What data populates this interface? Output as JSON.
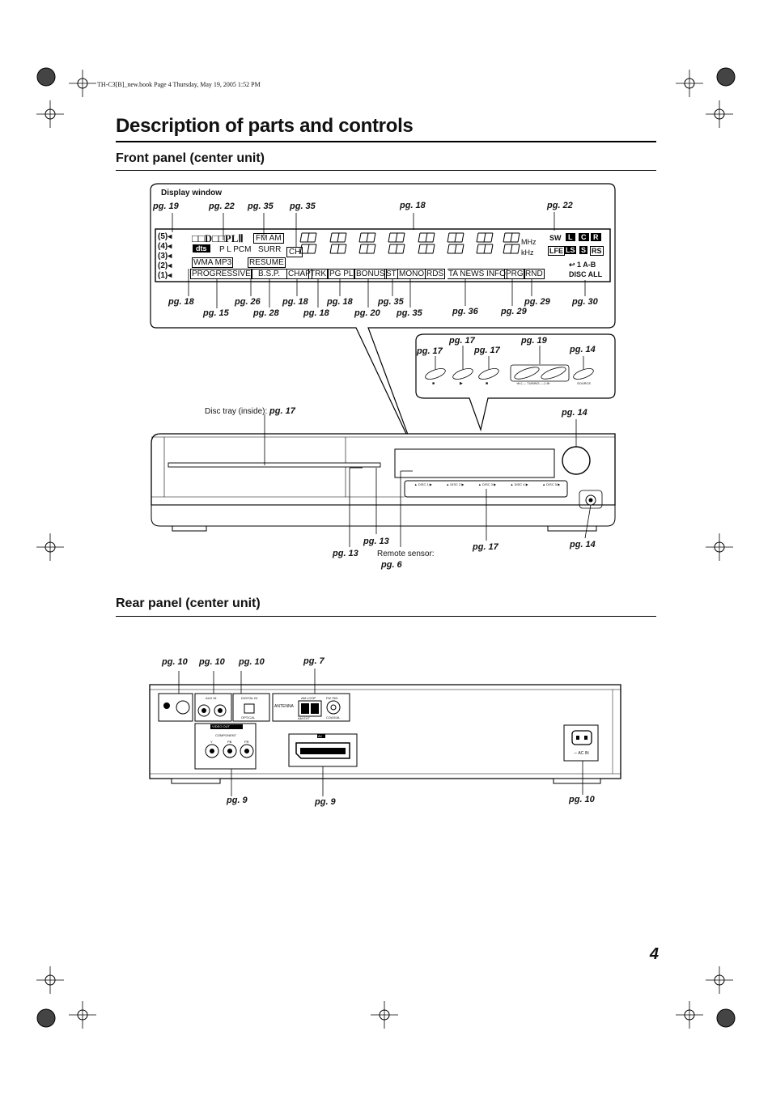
{
  "print_header": "TH-C3[B]_new.book  Page 4  Thursday, May 19, 2005  1:52 PM",
  "page_title": "Description of parts and controls",
  "front": {
    "title": "Front panel (center unit)",
    "display_window_label": "Display window",
    "display_refs": [
      "pg. 19",
      "pg. 22",
      "pg. 35",
      "pg. 35",
      "pg. 18",
      "pg. 22",
      "pg. 18",
      "pg. 15",
      "pg. 26",
      "pg. 28",
      "pg. 18",
      "pg. 18",
      "pg. 18",
      "pg. 20",
      "pg. 35",
      "pg. 35",
      "pg. 36",
      "pg. 29",
      "pg. 29",
      "pg. 30"
    ],
    "display_indicators": {
      "disc_numbers": [
        "5",
        "4",
        "3",
        "2",
        "1"
      ],
      "formats": "□□D□□PLⅡ",
      "dts": "dts",
      "fm_am": "FM AM",
      "pl_pcm": "P L PCM",
      "surr": "SURR",
      "ch": "CH",
      "wma_mp3": "WMA MP3",
      "resume": "RESUME",
      "progressive": "PROGRESSIVE",
      "bsp": "B.S.P.",
      "chap": "CHAP",
      "trk": "TRK",
      "pg_pl": "PG PL",
      "bonus": "BONUS",
      "st": "ST",
      "mono": "MONO",
      "rds": "RDS",
      "ta_news_info": "TA NEWS INFO",
      "prg": "PRG",
      "rnd": "RND",
      "mhz": "MHz",
      "khz": "kHz",
      "sw": "SW",
      "speaker_l": "L",
      "speaker_c": "C",
      "speaker_r": "R",
      "lfe": "LFE",
      "speaker_ls": "LS",
      "speaker_s": "S",
      "speaker_rs": "RS",
      "repeat": "1 A-B",
      "disc_all": "DISC ALL"
    },
    "button_refs": [
      "pg. 17",
      "pg. 17",
      "pg. 17",
      "pg. 19",
      "pg. 14"
    ],
    "button_labels": [
      "■",
      "▶",
      "■",
      "⧏◁ — TUNING — ▷⧐",
      "SOURCE"
    ],
    "disc_tray_label": "Disc tray (inside):",
    "disc_tray_ref": "pg. 17",
    "volume_ref": "pg. 14",
    "bottom_refs": [
      "pg. 13",
      "pg. 13",
      "pg. 17",
      "pg. 14"
    ],
    "remote_sensor_label": "Remote sensor:",
    "remote_sensor_ref": "pg. 6",
    "disc_buttons": [
      "DISC 1",
      "DISC 2",
      "DISC 3",
      "DISC 4",
      "DISC 5"
    ]
  },
  "rear": {
    "title": "Rear panel (center unit)",
    "top_refs": [
      "pg. 10",
      "pg. 10",
      "pg. 10",
      "pg. 7"
    ],
    "bottom_refs": [
      "pg. 9",
      "pg. 9",
      "pg. 10"
    ],
    "aux_in": "AUX IN",
    "digital_in": "DIGITAL IN",
    "optical": "OPTICAL",
    "antenna": "ANTENNA",
    "am_loop": "AM LOOP",
    "am_ext": "AM EXT",
    "fm_75": "FM 75Ω",
    "coaxial": "COAXIAL",
    "video_out": "VIDEO OUT",
    "component": "COMPONENT",
    "component_jacks": [
      "Y",
      "PB",
      "PR"
    ],
    "av": "AV",
    "ac_in": "AC IN"
  },
  "page_number": "4"
}
